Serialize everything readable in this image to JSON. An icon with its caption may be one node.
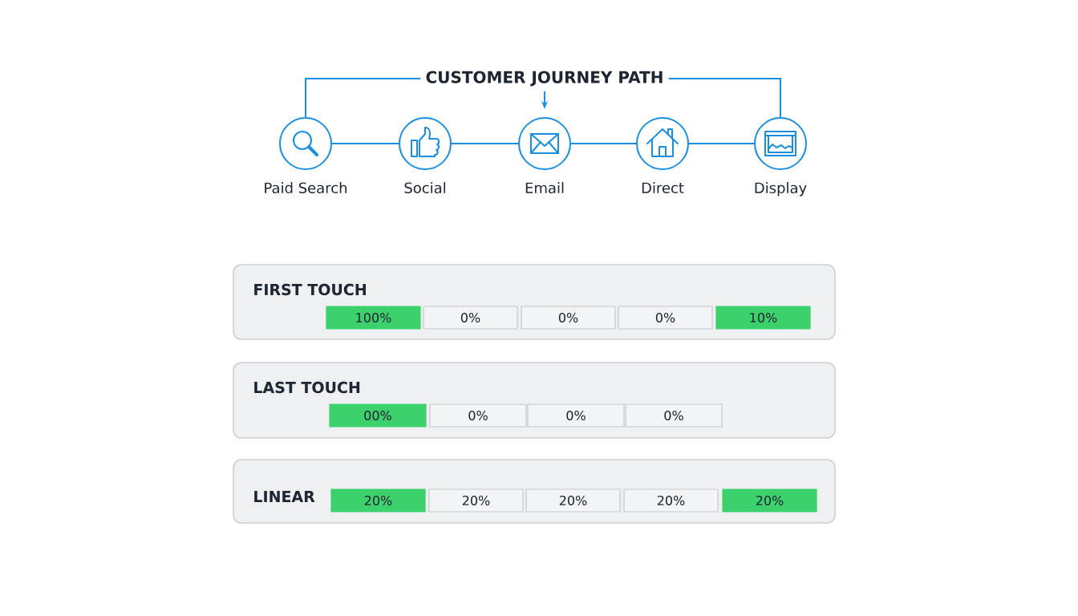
{
  "diagram": {
    "nodes": [
      {
        "text": [
          "CUSTOMER JOURNEY PATH"
        ]
      },
      {
        "text": [
          "Paid Search"
        ]
      },
      {
        "text": [
          "Social"
        ]
      },
      {
        "text": [
          "Email"
        ]
      },
      {
        "text": [
          "Direct"
        ]
      },
      {
        "text": [
          "Display"
        ]
      },
      {
        "text": [
          "FIRST TOUCH"
        ]
      },
      {
        "text": [
          "100%"
        ],
        "in": 6
      },
      {
        "text": [
          "0%"
        ],
        "in": 6
      },
      {
        "text": [
          "0%"
        ],
        "in": 6
      },
      {
        "text": [
          "0%"
        ],
        "in": 6
      },
      {
        "text": [
          "10%"
        ],
        "in": 6
      },
      {
        "text": [
          "LAST TOUCH"
        ]
      },
      {
        "text": [
          "00%"
        ],
        "in": 12
      },
      {
        "text": [
          "0%"
        ],
        "in": 12
      },
      {
        "text": [
          "0%"
        ],
        "in": 12
      },
      {
        "text": [
          "0%"
        ],
        "in": 12
      },
      {
        "text": [
          "LINEAR"
        ]
      },
      {
        "text": [
          "20%"
        ],
        "in": 17
      },
      {
        "text": [
          "20%"
        ],
        "in": 17
      },
      {
        "text": [
          "20%"
        ],
        "in": 17
      },
      {
        "text": [
          "20%"
        ],
        "in": 17
      },
      {
        "text": [
          "20%"
        ],
        "in": 17
      }
    ],
    "edges": [
      {
        "from": 0,
        "to": 3,
        "arrow": "to"
      },
      {
        "from": 0,
        "to": 1,
        "arrow": "none"
      },
      {
        "from": 0,
        "to": 5,
        "arrow": "none"
      },
      {
        "from": 1,
        "to": 2,
        "arrow": "none"
      },
      {
        "from": 2,
        "to": 3,
        "arrow": "none"
      },
      {
        "from": 3,
        "to": 4,
        "arrow": "none"
      },
      {
        "from": 4,
        "to": 5,
        "arrow": "none"
      }
    ]
  }
}
